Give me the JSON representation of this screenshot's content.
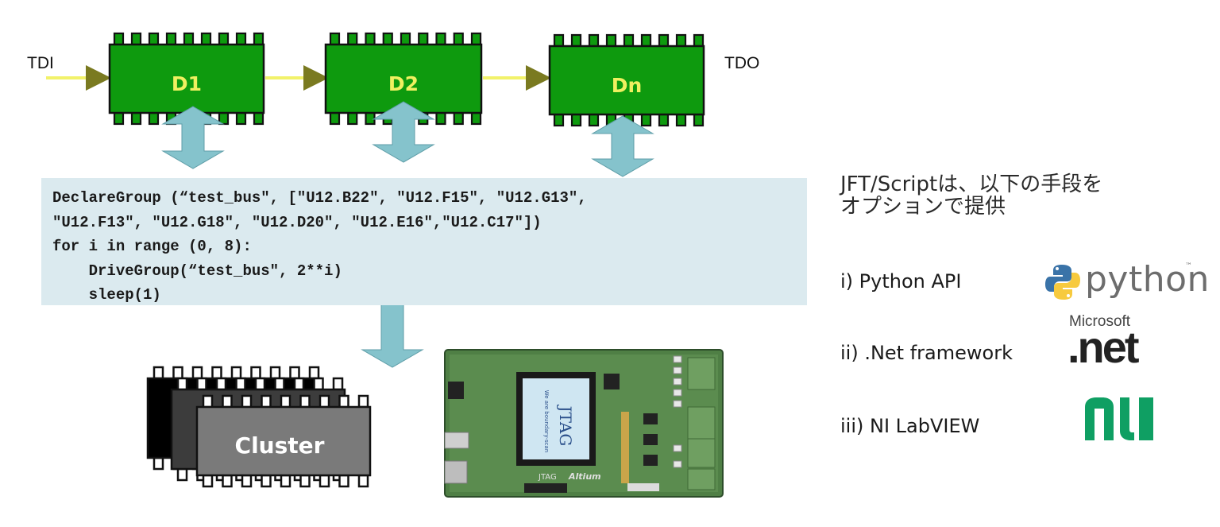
{
  "diagram": {
    "input_label": "TDI",
    "output_label": "TDO",
    "devices": [
      "D1",
      "D2",
      "Dn"
    ],
    "cluster_label": "Cluster"
  },
  "code": {
    "lines": [
      "DeclareGroup (“test_bus\", [\"U12.B22\", \"U12.F15\", \"U12.G13\",",
      "\"U12.F13\", \"U12.G18\", \"U12.D20\", \"U12.E16\",\"U12.C17\"])",
      "for i in range (0, 8):",
      "    DriveGroup(“test_bus\", 2**i)",
      "    sleep(1)"
    ]
  },
  "description": {
    "line1": "JFT/Scriptは、以下の手段を",
    "line2": "オプションで提供"
  },
  "options": [
    {
      "label": "i)  Python API",
      "logo": "python"
    },
    {
      "label": "ii)  .Net framework",
      "logo": "microsoft-net"
    },
    {
      "label": "iii) NI LabVIEW",
      "logo": "ni"
    }
  ],
  "logos": {
    "python_word": "python",
    "python_tm": "™",
    "microsoft_word": "Microsoft",
    "net_word": ".net",
    "ni_word": "NI"
  },
  "board": {
    "chip_text_1": "JTAG",
    "chip_text_2": "We are boundary-scan",
    "brand_1": "JTAG",
    "brand_2": "Altium"
  },
  "colors": {
    "chip_green": "#0e9a0e",
    "chip_label": "#f0f060",
    "arrow_fill": "#85c3cc",
    "arrow_stroke": "#5f9ea8",
    "code_bg": "#dbeaef",
    "scan_arrow": "#f2f26a",
    "ni_green": "#0f9f63",
    "python_blue": "#3a73a8",
    "python_yellow": "#f7ca3e"
  }
}
